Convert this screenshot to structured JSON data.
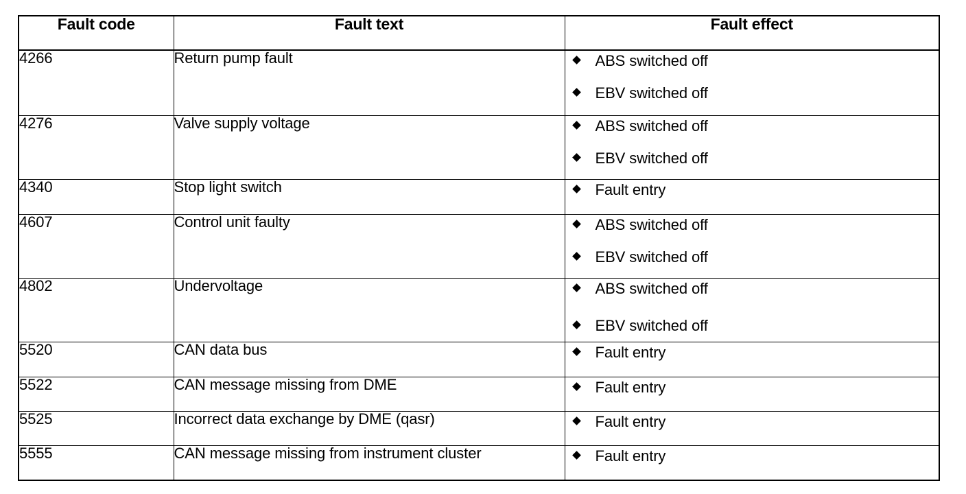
{
  "table": {
    "name": "fault-code-table",
    "columns": [
      {
        "key": "code",
        "label": "Fault code"
      },
      {
        "key": "text",
        "label": "Fault text"
      },
      {
        "key": "effect",
        "label": "Fault effect"
      }
    ],
    "bullet_glyph": "diamond",
    "colors": {
      "text": "#000000",
      "border": "#000000",
      "background": "#ffffff"
    },
    "rows": [
      {
        "code": "4266",
        "text": "Return pump fault",
        "effects": [
          "ABS switched off",
          "EBV switched off"
        ]
      },
      {
        "code": "4276",
        "text": "Valve supply voltage",
        "effects": [
          "ABS switched off",
          "EBV switched off"
        ]
      },
      {
        "code": "4340",
        "text": "Stop light switch",
        "effects": [
          "Fault entry"
        ]
      },
      {
        "code": "4607",
        "text": "Control unit faulty",
        "effects": [
          "ABS switched off",
          "EBV switched off"
        ]
      },
      {
        "code": "4802",
        "text": "Undervoltage",
        "effects": [
          "ABS switched off",
          "EBV switched off"
        ]
      },
      {
        "code": "5520",
        "text": "CAN data bus",
        "effects": [
          "Fault entry"
        ]
      },
      {
        "code": "5522",
        "text": "CAN message missing from DME",
        "effects": [
          "Fault entry"
        ]
      },
      {
        "code": "5525",
        "text": "Incorrect data exchange by DME (qasr)",
        "effects": [
          "Fault entry"
        ]
      },
      {
        "code": "5555",
        "text": "CAN message missing from instrument cluster",
        "effects": [
          "Fault entry"
        ]
      }
    ]
  }
}
